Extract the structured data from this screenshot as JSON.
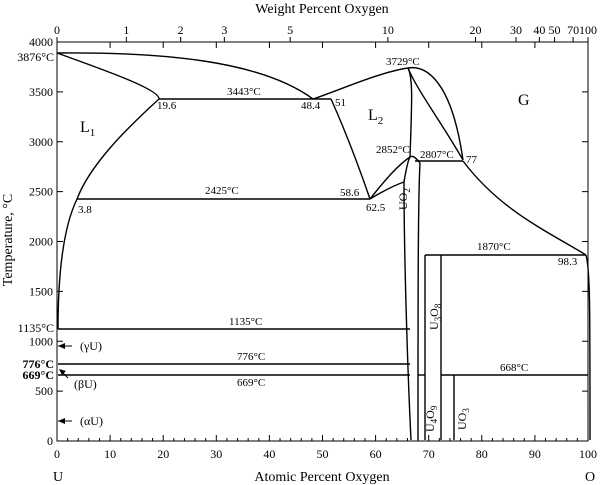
{
  "top_axis": {
    "title": "Weight Percent Oxygen",
    "ticks": [
      {
        "label": "0",
        "at": 0
      },
      {
        "label": "1",
        "at": 1
      },
      {
        "label": "2",
        "at": 2
      },
      {
        "label": "3",
        "at": 3
      },
      {
        "label": "5",
        "at": 5
      },
      {
        "label": "10",
        "at": 10
      },
      {
        "label": "20",
        "at": 20
      },
      {
        "label": "30",
        "at": 30
      },
      {
        "label": "40",
        "at": 40
      },
      {
        "label": "50",
        "at": 50
      },
      {
        "label": "70",
        "at": 70
      },
      {
        "label": "100",
        "at": 100
      }
    ]
  },
  "bottom_axis": {
    "title": "Atomic Percent Oxygen",
    "left_end": "U",
    "right_end": "O",
    "ticks": [
      "0",
      "10",
      "20",
      "30",
      "40",
      "50",
      "60",
      "70",
      "80",
      "90",
      "100"
    ]
  },
  "left_axis": {
    "title": "Temperature, °C",
    "ticks": [
      "0",
      "500",
      "1000",
      "1500",
      "2000",
      "2500",
      "3000",
      "3500",
      "4000"
    ],
    "special_ticks": [
      {
        "label": "3876°C",
        "bold": false
      },
      {
        "label": "1135°C",
        "bold": false
      },
      {
        "label": "776°C",
        "bold": true
      },
      {
        "label": "669°C",
        "bold": true
      }
    ]
  },
  "phase_labels": {
    "liquid1": "L",
    "liquid1_sub": "1",
    "liquid2": "L",
    "liquid2_sub": "2",
    "gas": "G",
    "uo2": "UO",
    "uo2_sub": "2",
    "u3o8_a": "U",
    "u3o8_a_sub": "3",
    "u3o8_b": "O",
    "u3o8_b_sub": "8",
    "u4o9_a": "U",
    "u4o9_a_sub": "4",
    "u4o9_b": "O",
    "u4o9_b_sub": "9",
    "uo3": "UO",
    "uo3_sub": "3"
  },
  "alloy_phases": {
    "gamma": "(γU)",
    "beta": "(βU)",
    "alpha": "(αU)"
  },
  "annotations": {
    "t3443": "3443°C",
    "c19_6": "19.6",
    "c48_4": "48.4",
    "c51": "51",
    "t3729": "3729°C",
    "t2852": "2852°C",
    "t2807": "2807°C",
    "c77": "77",
    "t2425": "2425°C",
    "c3_8": "3.8",
    "c58_6": "58.6",
    "c62_5": "62.5",
    "t1870": "1870°C",
    "c98_3": "98.3",
    "t1135": "1135°C",
    "t776": "776°C",
    "t669": "669°C",
    "t668": "668°C"
  }
}
